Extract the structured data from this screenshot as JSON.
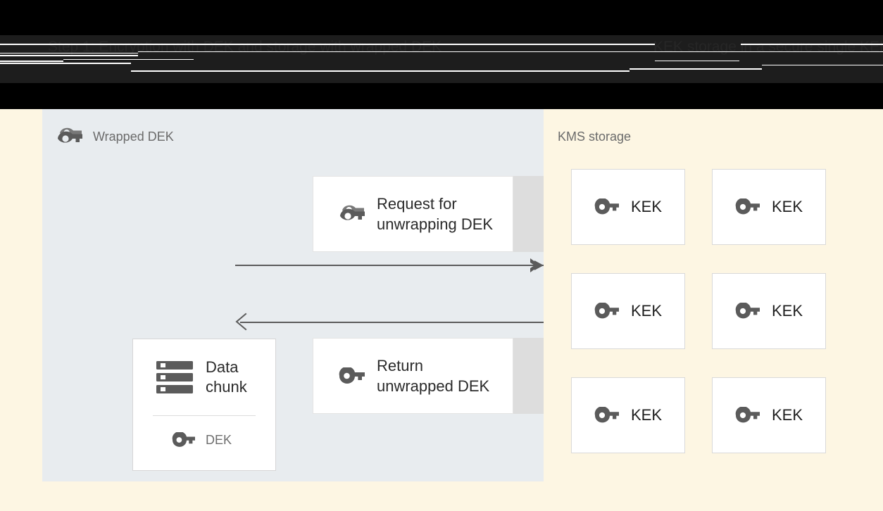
{
  "header": {
    "title": "Step 1: Encryption with DEK and storage with wrapped DEK",
    "right_text": "KEK storage in a secure single KEK",
    "obscured": true
  },
  "left_panel": {
    "label": "Wrapped DEK",
    "icon": "wrapped-key-icon",
    "background_color": "#e8ecef",
    "data_card": {
      "icon": "data-chunk-icon",
      "title": "Data\nchunk",
      "key_icon": "key-icon",
      "key_label": "DEK"
    },
    "messages": [
      {
        "id": "request",
        "icon": "wrapped-key-icon",
        "text": "Request for\nunwrapping DEK"
      },
      {
        "id": "return",
        "icon": "key-icon",
        "text": "Return\nunwrapped DEK"
      }
    ],
    "arrows": [
      {
        "id": "request-arrow",
        "direction": "right"
      },
      {
        "id": "return-arrow",
        "direction": "left"
      }
    ]
  },
  "right_panel": {
    "label": "KMS storage",
    "background_color": "#fdf6e3",
    "kek_cards": [
      {
        "icon": "key-icon",
        "label": "KEK"
      },
      {
        "icon": "key-icon",
        "label": "KEK"
      },
      {
        "icon": "key-icon",
        "label": "KEK"
      },
      {
        "icon": "key-icon",
        "label": "KEK"
      },
      {
        "icon": "key-icon",
        "label": "KEK"
      },
      {
        "icon": "key-icon",
        "label": "KEK"
      }
    ]
  },
  "colors": {
    "panel_blue_gray": "#e8ecef",
    "canvas_cream": "#fdf6e3",
    "icon_gray": "#5b5b5b",
    "text_dark": "#2a2a2a",
    "text_muted": "#6b6b6b",
    "arrow_gray": "#5b5b5b",
    "card_border": "#d9d9d9",
    "slab_gray": "#dddddd"
  }
}
